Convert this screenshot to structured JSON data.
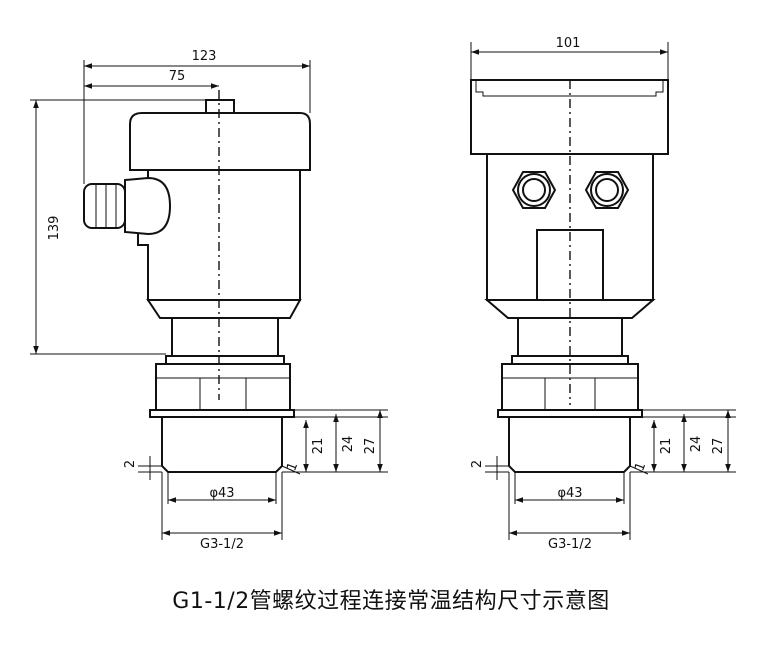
{
  "caption": "G1-1/2管螺纹过程连接常温结构尺寸示意图",
  "left_view": {
    "dims": {
      "overall_width": "123",
      "center_offset": "75",
      "height": "139",
      "thread_21": "21",
      "thread_24": "24",
      "thread_27": "27",
      "chamfer": "2",
      "angle": "1",
      "diameter": "φ43",
      "thread_spec": "G3-1/2"
    }
  },
  "right_view": {
    "dims": {
      "overall_width": "101",
      "thread_21": "21",
      "thread_24": "24",
      "thread_27": "27",
      "chamfer": "2",
      "angle": "1",
      "diameter": "φ43",
      "thread_spec": "G3-1/2"
    }
  }
}
